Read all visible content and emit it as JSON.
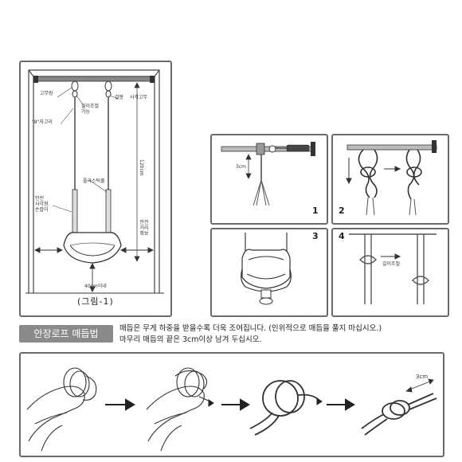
{
  "fig1": {
    "labels": {
      "hook": "고무링",
      "length_adjust": "길이조절\n가능",
      "s_ring": "\"8\"자고리",
      "rope": "걸봉",
      "rubber_cap": "사각고무",
      "plastic_rope": "플라스틱줄",
      "safety_handle": "안전\n사각형\n손잡이",
      "height": "120cm",
      "safe_dist": "안전\n거리\n확보",
      "ground_gap": "40cm이내"
    },
    "caption": "(그림-1)"
  },
  "steps": {
    "s1": "1",
    "s2": "2",
    "s3": "3",
    "s4": "4",
    "dim_3cm": "3cm",
    "adjust": "길이조절"
  },
  "knot": {
    "title": "안장로프 매듭법",
    "note1": "매듭은 무게 하중을 받을수록 더욱 조여집니다. (인위적으로 매듭을 풀지 마십시오.)",
    "note2": "마무리 매듭의 끝은 3cm이상 남겨 두십시오.",
    "dim": "3cm"
  }
}
